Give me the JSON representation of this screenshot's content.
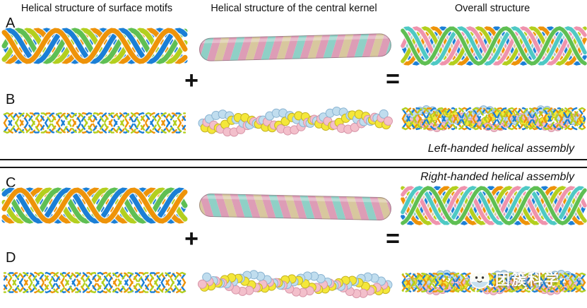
{
  "header": {
    "surface_motifs": "Helical structure of surface motifs",
    "central_kernel": "Helical structure of the central kernel",
    "overall": "Overall structure"
  },
  "panel_labels": {
    "a": "A",
    "b": "B",
    "c": "C",
    "d": "D"
  },
  "operators": {
    "plus": "+",
    "equals": "="
  },
  "captions": {
    "left_handed": "Left-handed helical assembly",
    "right_handed": "Right-handed helical assembly"
  },
  "watermark": {
    "text": "团簇科学"
  },
  "colors": {
    "ribbon_blue": "#1b7fd6",
    "ribbon_orange": "#ee9309",
    "ribbon_yellow_green": "#b3cf1e",
    "ribbon_green": "#5fbf53",
    "ribbon_cyan": "#4ec9c4",
    "ribbon_pink": "#ef93ad",
    "rope_pink": "#dd9db6",
    "rope_teal": "#8fd0c6",
    "rope_tan": "#d8c79e",
    "bead_yellow": "#f4e73a",
    "bead_yellow_edge": "#c4b322",
    "bead_pink": "#f3bfcb",
    "bead_pink_edge": "#d795a8",
    "bead_blue": "#c0ddee",
    "bead_blue_edge": "#8ab4d2"
  }
}
